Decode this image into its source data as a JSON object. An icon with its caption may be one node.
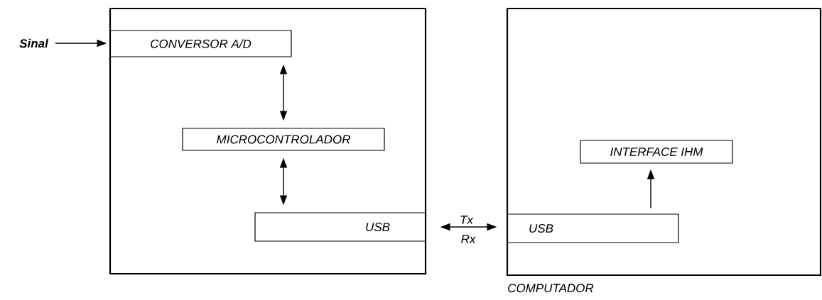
{
  "diagram": {
    "nodes": [
      {
        "text": [],
        "shape": "box"
      },
      {
        "text": [
          "Sinal"
        ]
      },
      {
        "text": [
          "CONVERSOR A/D"
        ],
        "in": 0
      },
      {
        "text": [
          "MICROCONTROLADOR"
        ],
        "in": 0
      },
      {
        "text": [
          "USB"
        ],
        "in": 0
      },
      {
        "text": [
          "COMPUTADOR"
        ]
      },
      {
        "text": [
          "INTERFACE IHM"
        ],
        "in": 5
      },
      {
        "text": [
          "USB"
        ],
        "in": 5
      }
    ],
    "edges": [
      {
        "from": 1,
        "to": 2,
        "arrow": "to"
      },
      {
        "from": 2,
        "to": 3,
        "arrow": "both"
      },
      {
        "from": 3,
        "to": 4,
        "arrow": "both"
      },
      {
        "from": 4,
        "to": 7,
        "arrow": "both",
        "label": "Tx"
      },
      {
        "from": 7,
        "to": 6,
        "arrow": "to"
      }
    ],
    "labels": [
      "Rx"
    ]
  }
}
